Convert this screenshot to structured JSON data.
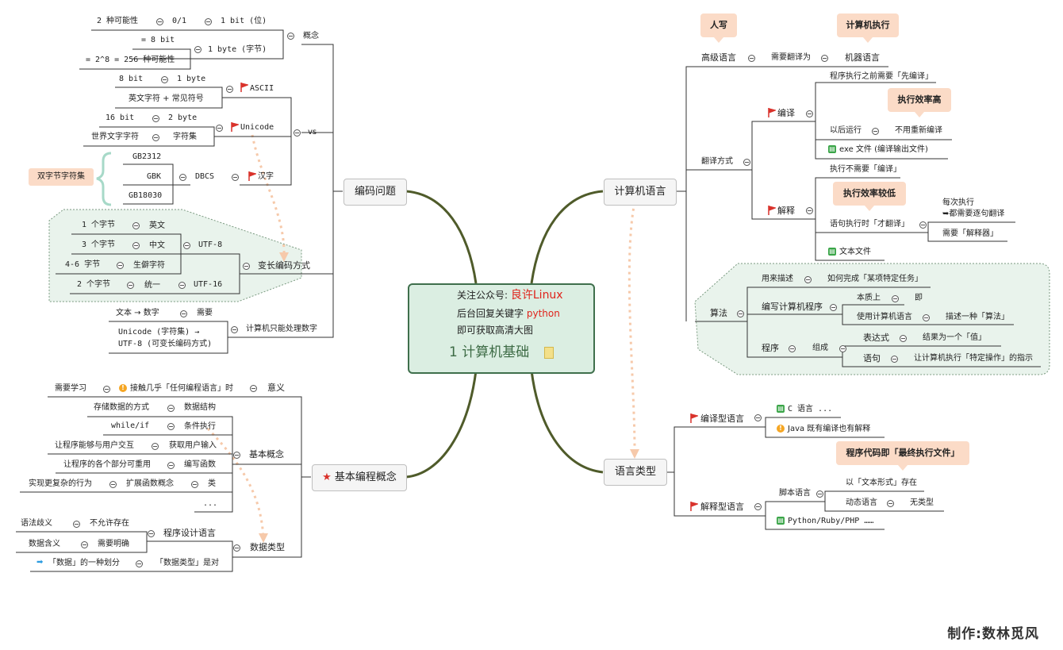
{
  "center": {
    "line1_label": "关注公众号:",
    "line1_value": "良许Linux",
    "line2_label": "后台回复关键字",
    "line2_value": "python",
    "line3": "即可获取高清大图",
    "title": "1  计算机基础"
  },
  "branches": {
    "encoding": "编码问题",
    "basics": "基本编程概念",
    "computer_language": "计算机语言",
    "language_type": "语言类型"
  },
  "encoding": {
    "concept": {
      "label": "概念",
      "bit_poss": "2 种可能性",
      "bit_vals": "0/1",
      "bit": "1 bit (位)",
      "eq8bit": "= 8 bit",
      "byte": "1 byte (字节)",
      "poss256": "= 2^8 = 256 种可能性"
    },
    "vs": {
      "label": "vs",
      "ascii": "ASCII",
      "ascii_bits": "8 bit",
      "ascii_bytes": "1 byte",
      "ascii_chars": "英文字符 + 常见符号",
      "unicode": "Unicode",
      "uni_bits": "16 bit",
      "uni_bytes": "2 byte",
      "uni_world": "世界文字字符",
      "uni_charset": "字符集",
      "hanzi": "汉字",
      "dbcs": "DBCS",
      "gb2312": "GB2312",
      "gbk": "GBK",
      "gb18030": "GB18030",
      "dbcs_tag": "双字节字符集"
    },
    "variable": {
      "label": "变长编码方式",
      "utf8": "UTF-8",
      "utf16": "UTF-16",
      "r1_n": "1 个字节",
      "r1_v": "英文",
      "r2_n": "3 个字节",
      "r2_v": "中文",
      "r3_n": "4-6 字节",
      "r3_v": "生僻字符",
      "r4_n": "2 个字节",
      "r4_v": "统一"
    },
    "numbers": {
      "label": "计算机只能处理数字",
      "need": "需要",
      "text2num": "文本 → 数字",
      "unicode_utf8_1": "Unicode (字符集) →",
      "unicode_utf8_2": "UTF-8 (可变长编码方式)"
    }
  },
  "basics": {
    "meaning": {
      "label": "意义",
      "need_learn": "需要学习",
      "contact": "接触几乎「任何编程语言」时"
    },
    "concepts": {
      "label": "基本概念",
      "data_struct": "数据结构",
      "store": "存储数据的方式",
      "cond": "条件执行",
      "while_if": "while/if",
      "input": "获取用户输入",
      "interact": "让程序能够与用户交互",
      "func": "编写函数",
      "reuse": "让程序的各个部分可重用",
      "cls": "类",
      "ext": "扩展函数概念",
      "complex": "实现更复杂的行为",
      "more": "..."
    },
    "data_types": {
      "label": "数据类型",
      "design_lang": "程序设计语言",
      "ambig": "语法歧义",
      "no_exist": "不允许存在",
      "meaning": "数据含义",
      "clear": "需要明确",
      "division": "「数据」的一种划分",
      "is_pair": "「数据类型」是对"
    }
  },
  "computer_language": {
    "high_level": "高级语言",
    "need_translate": "需要翻译为",
    "machine_lang": "机器语言",
    "callout_human": "人写",
    "callout_machine": "计算机执行",
    "translate_mode": "翻译方式",
    "compile": "编译",
    "compile_first": "程序执行之前需要「先编译」",
    "callout_fast": "执行效率高",
    "later_run": "以后运行",
    "no_recompile": "不用重新编译",
    "exe_file": "exe 文件 (编译输出文件)",
    "interpret": "解释",
    "no_compile": "执行不需要「编译」",
    "callout_slow": "执行效率较低",
    "translate_at_run": "语句执行时「才翻译」",
    "each_exec_1": "每次执行",
    "each_exec_2": "➥都需要逐句翻译",
    "need_interpreter": "需要「解释器」",
    "text_file": "文本文件",
    "algorithm": "算法",
    "describe": "用来描述",
    "how_task": "如何完成「某项特定任务」",
    "write_prog": "编写计算机程序",
    "essence": "本质上",
    "equals": "即",
    "use_lang": "使用计算机语言",
    "describe_algo": "描述一种「算法」",
    "program": "程序",
    "compose": "组成",
    "expression": "表达式",
    "result_value": "结果为一个「值」",
    "statement": "语句",
    "instruction": "让计算机执行「特定操作」的指示"
  },
  "language_type": {
    "compiled": "编译型语言",
    "c_lang": "C 语言 ...",
    "java": "Java 既有编译也有解释",
    "interpreted": "解释型语言",
    "callout_exec": "程序代码即「最终执行文件」",
    "script": "脚本语言",
    "text_form": "以「文本形式」存在",
    "dynamic": "动态语言",
    "no_type": "无类型",
    "python_ruby": "Python/Ruby/PHP ……"
  },
  "footer": "制作:数林觅风",
  "colors": {
    "branch_curve": "#4f5b2a",
    "center_fill": "#dbeee2",
    "center_border": "#3f6f4c",
    "callout": "#fbdbc7",
    "group_fill": "#e9f3ec",
    "flag_red": "#d9322b",
    "highlight_red": "#e0231b",
    "dashed_arrow": "#f6c9aa"
  }
}
